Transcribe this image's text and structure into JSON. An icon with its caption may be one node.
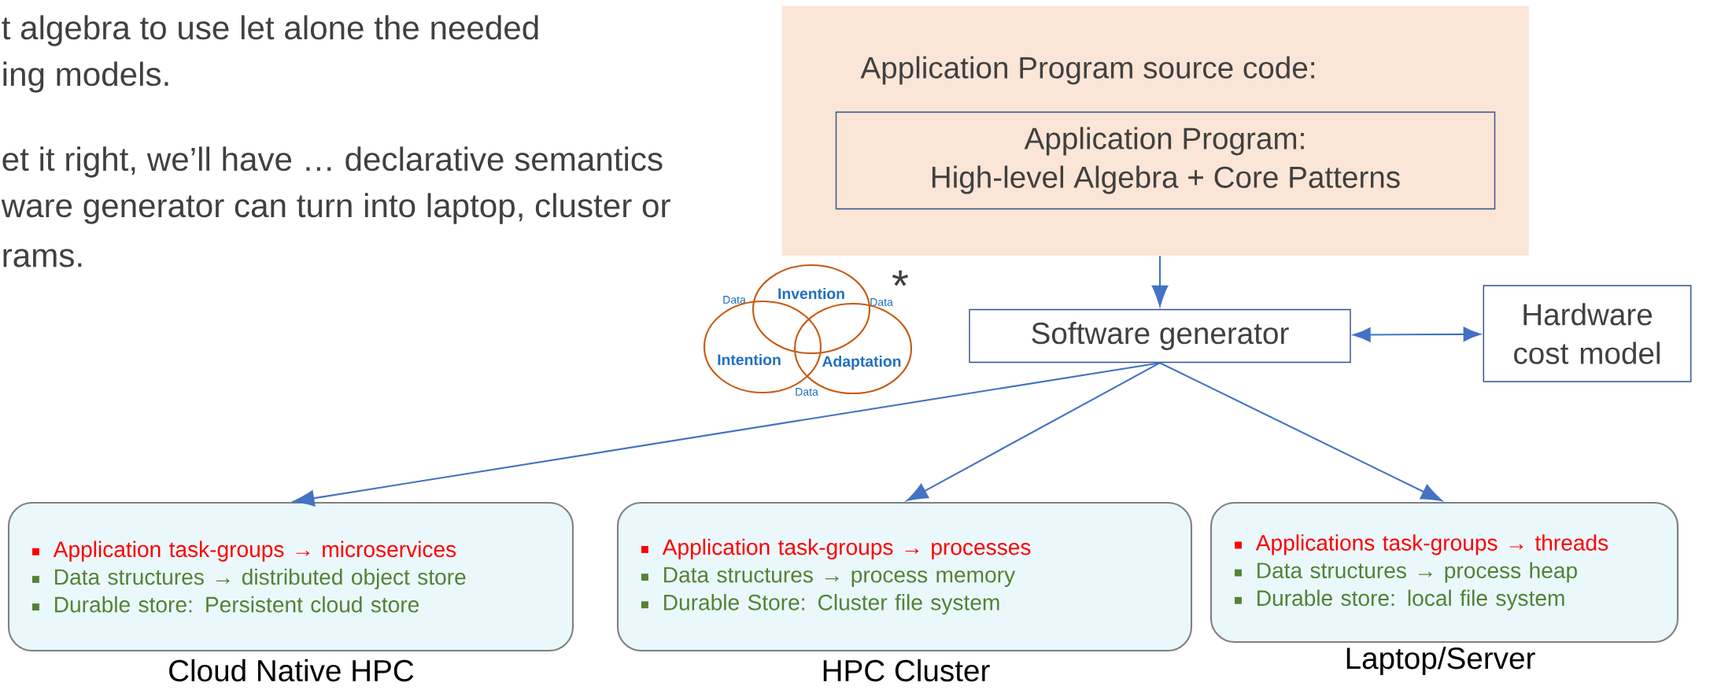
{
  "diagram": {
    "nodes": [
      {
        "text": [
          "Application Program source code:"
        ]
      },
      {
        "text": [
          "Application Program:",
          "High-level Algebra + Core Patterns"
        ],
        "in": 0
      },
      {
        "text": [
          "Invention"
        ]
      },
      {
        "text": [
          "Intention"
        ]
      },
      {
        "text": [
          "Adaptation"
        ]
      },
      {
        "text": [
          "Software generator"
        ]
      },
      {
        "text": [
          "Hardware cost model"
        ]
      },
      {
        "text": [
          "Application task-groups → microservices",
          "Data structures → distributed object store",
          "Durable store: Persistent cloud store"
        ],
        "beside": [
          "Cloud Native HPC"
        ]
      },
      {
        "text": [
          "Application task-groups → processes",
          "Data  structures → process memory",
          "Durable Store: Cluster file system"
        ],
        "beside": [
          "HPC Cluster"
        ]
      },
      {
        "text": [
          "Applications task-groups → threads",
          "Data  structures → process heap",
          "Durable store: local file system"
        ],
        "beside": [
          "Laptop/Server"
        ]
      }
    ],
    "edges": [
      {
        "from": 0,
        "to": 5,
        "arrow": "to"
      },
      {
        "from": 5,
        "to": 6,
        "arrow": "both"
      },
      {
        "from": 5,
        "to": 7,
        "arrow": "to"
      },
      {
        "from": 5,
        "to": 8,
        "arrow": "to"
      },
      {
        "from": 5,
        "to": 9,
        "arrow": "to"
      }
    ],
    "labels": [
      "t algebra to use let alone the needed",
      "ing models.",
      "et it right, we’ll have … declarative semantics",
      "ware generator can turn into laptop, cluster or",
      "rams.",
      "Data",
      "Data",
      "Data",
      "*"
    ]
  }
}
